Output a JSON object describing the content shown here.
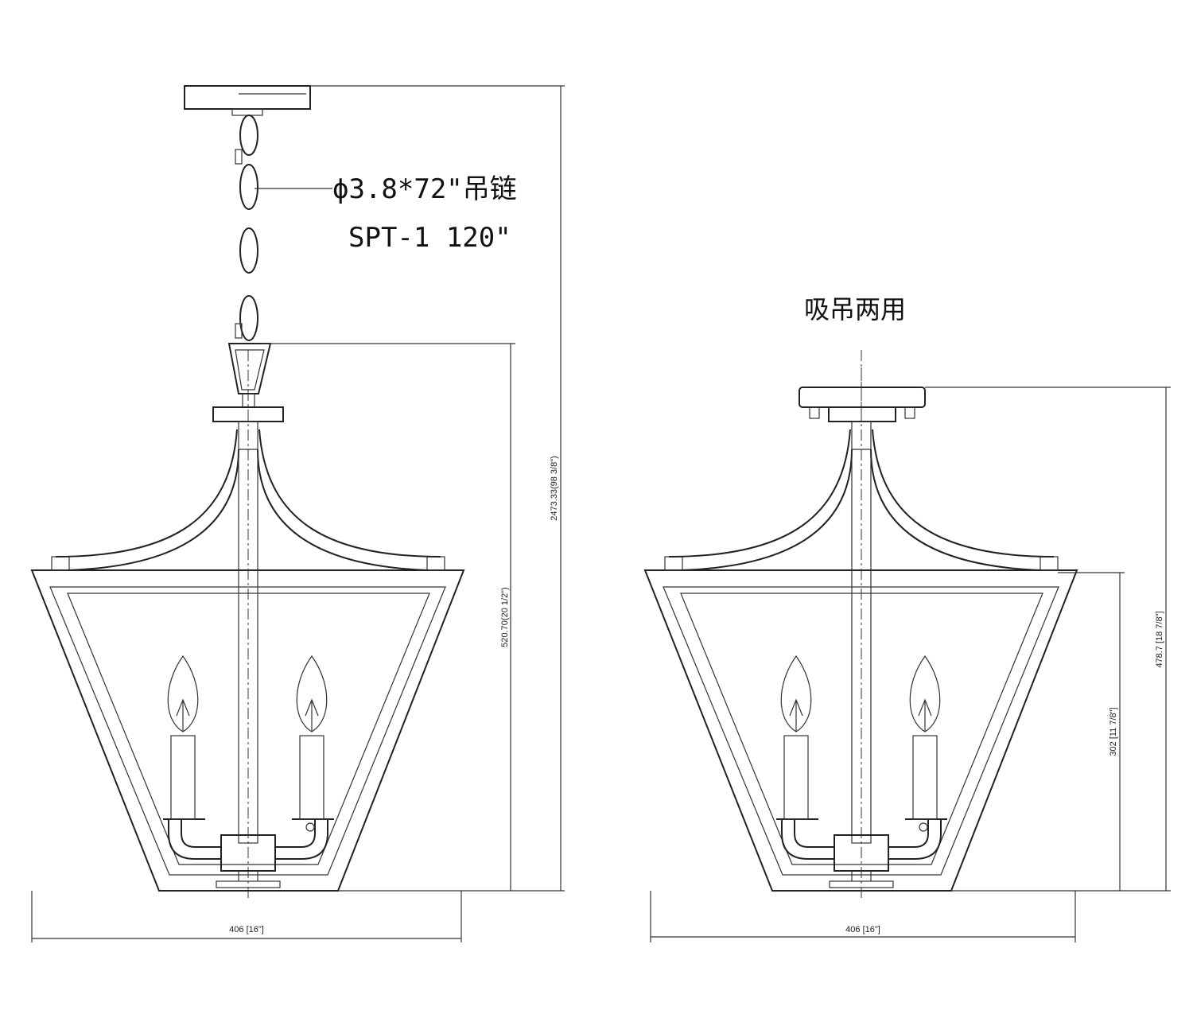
{
  "chain_note": {
    "line1": "ϕ3.8*72\"吊链",
    "line2": "SPT-1  120\""
  },
  "semi_flush_title": "吸吊两用",
  "pendant_dims": {
    "width": "406 [16\"]",
    "body_height": "520.70(20 1/2\")",
    "overall_height": "2473.33(98 3/8\")"
  },
  "flush_dims": {
    "width": "406 [16\"]",
    "body_height": "302 [11 7/8\"]",
    "overall_height": "478.7 [18 7/8\"]"
  }
}
